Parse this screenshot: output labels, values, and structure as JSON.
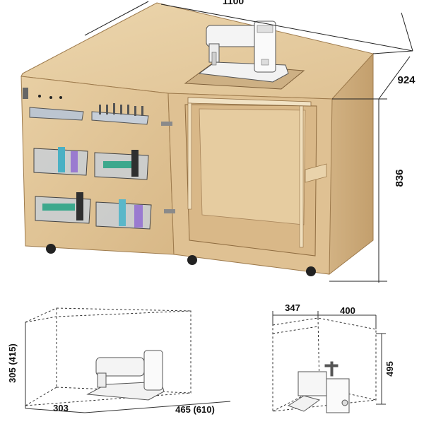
{
  "cabinet": {
    "dim_width_top": "1100",
    "dim_depth": "924",
    "dim_height": "836"
  },
  "machine_box_left": {
    "dim_height": "305 (415)",
    "dim_depth": "303",
    "dim_width": "465 (610)"
  },
  "machine_box_right": {
    "dim_depth": "347",
    "dim_width": "400",
    "dim_height": "495"
  },
  "colors": {
    "wood": "#e3c79b",
    "wood_dark": "#c9a877",
    "wood_edge": "#b48f5e",
    "line": "#2a2a2a",
    "dash": "#333333"
  }
}
